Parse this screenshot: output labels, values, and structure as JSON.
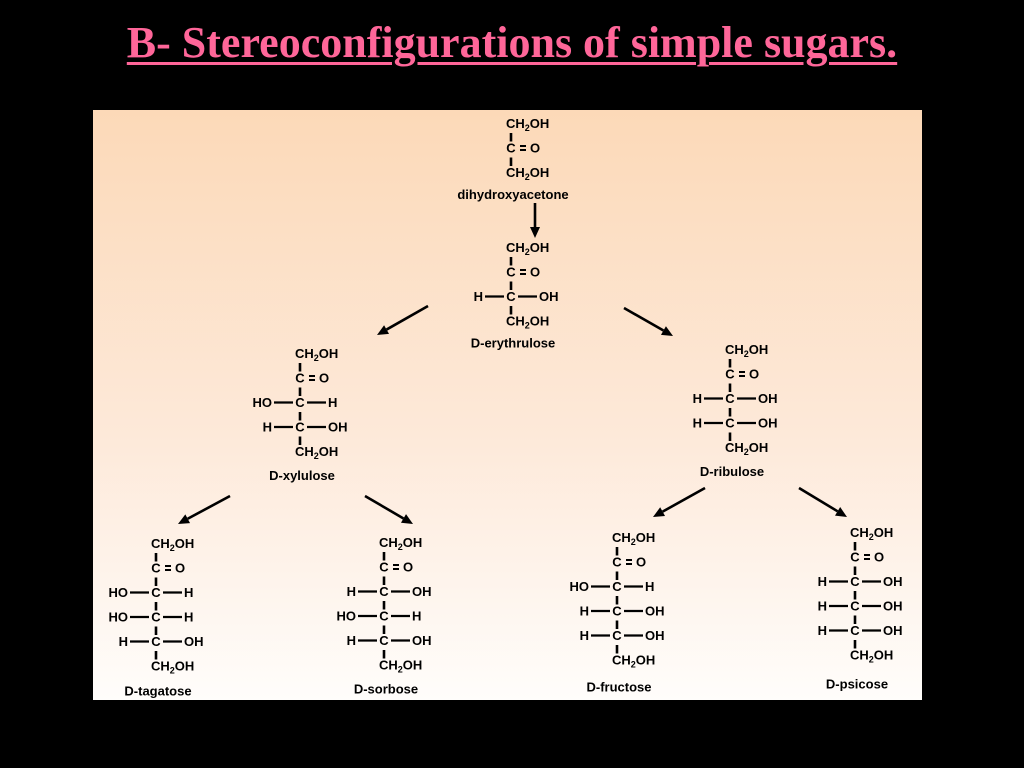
{
  "slide": {
    "title": "B- Stereoconfigurations of simple sugars."
  },
  "colors": {
    "background": "#000000",
    "title": "#ff6699",
    "panel_top": "#fcd9b8",
    "panel_bottom": "#fffdfb",
    "ink": "#000000"
  },
  "molecules": [
    {
      "id": "dihydroxyacetone",
      "name": "dihydroxyacetone",
      "rows": [
        {
          "type": "end",
          "label": "CH2OH"
        },
        {
          "type": "keto",
          "carbon": "C",
          "substituent": "O"
        },
        {
          "type": "end",
          "label": "CH2OH"
        }
      ]
    },
    {
      "id": "d-erythrulose",
      "name": "D-erythrulose",
      "rows": [
        {
          "type": "end",
          "label": "CH2OH"
        },
        {
          "type": "keto",
          "carbon": "C",
          "substituent": "O"
        },
        {
          "type": "chiral",
          "left": "H",
          "carbon": "C",
          "right": "OH"
        },
        {
          "type": "end",
          "label": "CH2OH"
        }
      ]
    },
    {
      "id": "d-xylulose",
      "name": "D-xylulose",
      "rows": [
        {
          "type": "end",
          "label": "CH2OH"
        },
        {
          "type": "keto",
          "carbon": "C",
          "substituent": "O"
        },
        {
          "type": "chiral",
          "left": "HO",
          "carbon": "C",
          "right": "H"
        },
        {
          "type": "chiral",
          "left": "H",
          "carbon": "C",
          "right": "OH"
        },
        {
          "type": "end",
          "label": "CH2OH"
        }
      ]
    },
    {
      "id": "d-ribulose",
      "name": "D-ribulose",
      "rows": [
        {
          "type": "end",
          "label": "CH2OH"
        },
        {
          "type": "keto",
          "carbon": "C",
          "substituent": "O"
        },
        {
          "type": "chiral",
          "left": "H",
          "carbon": "C",
          "right": "OH"
        },
        {
          "type": "chiral",
          "left": "H",
          "carbon": "C",
          "right": "OH"
        },
        {
          "type": "end",
          "label": "CH2OH"
        }
      ]
    },
    {
      "id": "d-tagatose",
      "name": "D-tagatose",
      "rows": [
        {
          "type": "end",
          "label": "CH2OH"
        },
        {
          "type": "keto",
          "carbon": "C",
          "substituent": "O"
        },
        {
          "type": "chiral",
          "left": "HO",
          "carbon": "C",
          "right": "H"
        },
        {
          "type": "chiral",
          "left": "HO",
          "carbon": "C",
          "right": "H"
        },
        {
          "type": "chiral",
          "left": "H",
          "carbon": "C",
          "right": "OH"
        },
        {
          "type": "end",
          "label": "CH2OH"
        }
      ]
    },
    {
      "id": "d-sorbose",
      "name": "D-sorbose",
      "rows": [
        {
          "type": "end",
          "label": "CH2OH"
        },
        {
          "type": "keto",
          "carbon": "C",
          "substituent": "O"
        },
        {
          "type": "chiral",
          "left": "H",
          "carbon": "C",
          "right": "OH"
        },
        {
          "type": "chiral",
          "left": "HO",
          "carbon": "C",
          "right": "H"
        },
        {
          "type": "chiral",
          "left": "H",
          "carbon": "C",
          "right": "OH"
        },
        {
          "type": "end",
          "label": "CH2OH"
        }
      ]
    },
    {
      "id": "d-fructose",
      "name": "D-fructose",
      "rows": [
        {
          "type": "end",
          "label": "CH2OH"
        },
        {
          "type": "keto",
          "carbon": "C",
          "substituent": "O"
        },
        {
          "type": "chiral",
          "left": "HO",
          "carbon": "C",
          "right": "H"
        },
        {
          "type": "chiral",
          "left": "H",
          "carbon": "C",
          "right": "OH"
        },
        {
          "type": "chiral",
          "left": "H",
          "carbon": "C",
          "right": "OH"
        },
        {
          "type": "end",
          "label": "CH2OH"
        }
      ]
    },
    {
      "id": "d-psicose",
      "name": "D-psicose",
      "rows": [
        {
          "type": "end",
          "label": "CH2OH"
        },
        {
          "type": "keto",
          "carbon": "C",
          "substituent": "O"
        },
        {
          "type": "chiral",
          "left": "H",
          "carbon": "C",
          "right": "OH"
        },
        {
          "type": "chiral",
          "left": "H",
          "carbon": "C",
          "right": "OH"
        },
        {
          "type": "chiral",
          "left": "H",
          "carbon": "C",
          "right": "OH"
        },
        {
          "type": "end",
          "label": "CH2OH"
        }
      ]
    }
  ],
  "arrows": [
    {
      "from": "dihydroxyacetone",
      "to": "d-erythrulose"
    },
    {
      "from": "d-erythrulose",
      "to": "d-xylulose"
    },
    {
      "from": "d-erythrulose",
      "to": "d-ribulose"
    },
    {
      "from": "d-xylulose",
      "to": "d-tagatose"
    },
    {
      "from": "d-xylulose",
      "to": "d-sorbose"
    },
    {
      "from": "d-ribulose",
      "to": "d-fructose"
    },
    {
      "from": "d-ribulose",
      "to": "d-psicose"
    }
  ]
}
